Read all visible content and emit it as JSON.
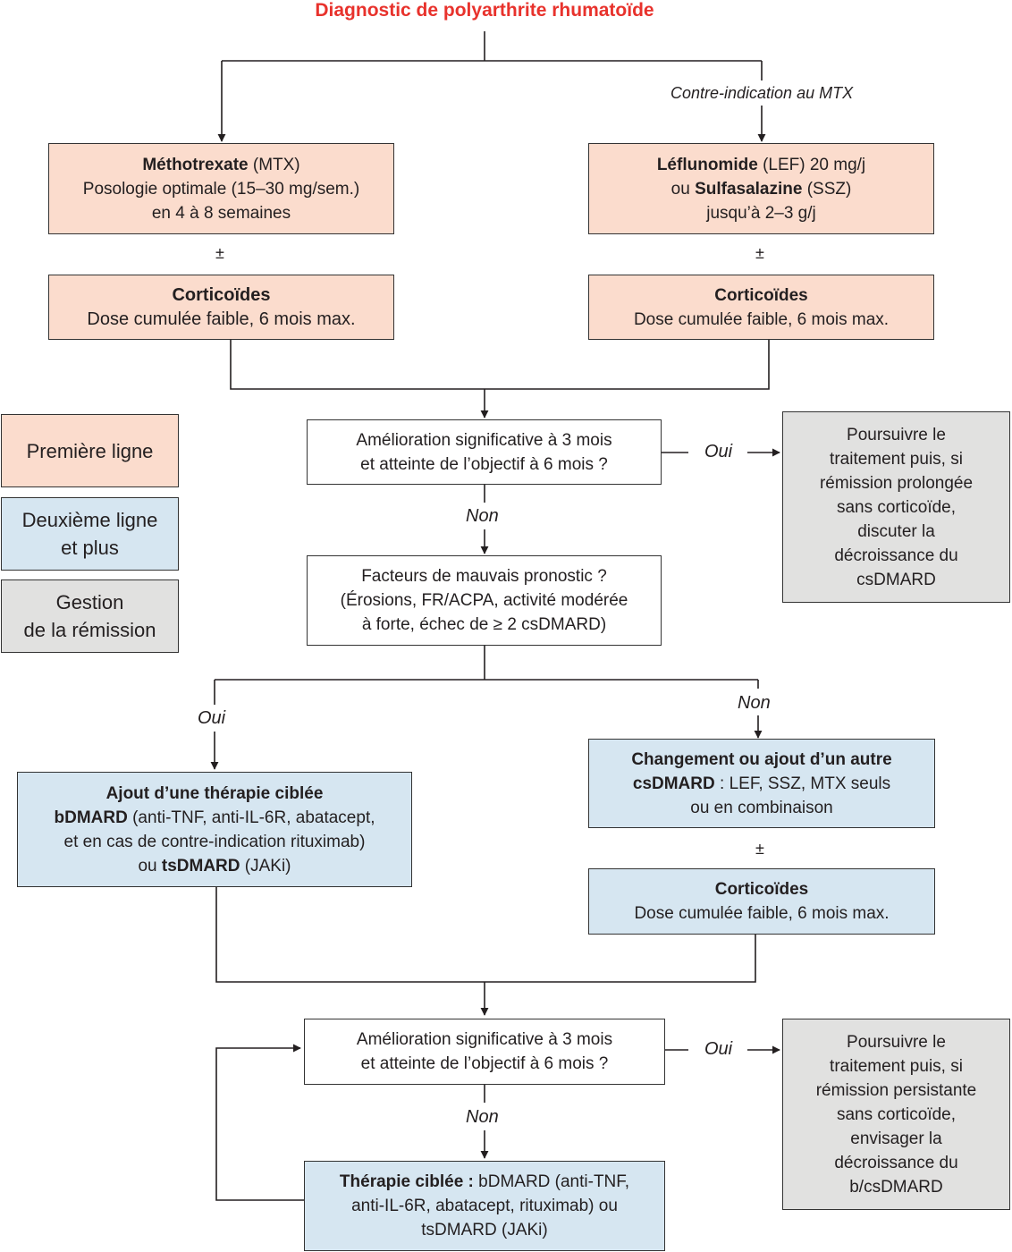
{
  "title": "Diagnostic de polyarthrite rhumatoïde",
  "colors": {
    "first_line": "#fbdccd",
    "second_line": "#d6e6f1",
    "remission": "#e1e1e0",
    "title": "#e8322c"
  },
  "labels": {
    "contre_indication": "Contre-indication au MTX",
    "oui_1": "Oui",
    "non_1": "Non",
    "oui_2": "Oui",
    "non_2": "Non",
    "oui_3": "Oui",
    "non_3": "Non",
    "plusminus": "±"
  },
  "mtx": {
    "name": "Méthotrexate",
    "abbr": "(MTX)",
    "line2": "Posologie optimale (15–30 mg/sem.)",
    "line3": "en 4 à 8 semaines"
  },
  "lef": {
    "name": "Léflunomide",
    "dose": "(LEF) 20 mg/j",
    "ou": "ou",
    "name2": "Sulfasalazine",
    "abbr2": "(SSZ)",
    "line3": "jusqu’à 2–3 g/j"
  },
  "cortico": {
    "title": "Corticoïdes",
    "text": "Dose cumulée faible, 6 mois max."
  },
  "q1": {
    "line1": "Amélioration significative à 3 mois",
    "line2": "et atteinte de l’objectif à 6 mois ?"
  },
  "continue1": [
    "Poursuivre le",
    "traitement puis, si",
    "rémission prolongée",
    "sans corticoïde,",
    "discuter la",
    "décroissance du",
    "csDMARD"
  ],
  "factors": {
    "line1": "Facteurs de mauvais pronostic ?",
    "line2": "(Érosions, FR/ACPA, activité modérée",
    "line3": "à forte, échec de ≥ 2 csDMARD)"
  },
  "targeted": {
    "title": "Ajout d’une thérapie ciblée",
    "bdmard": "bDMARD",
    "bdmard_text": "(anti-TNF, anti-IL-6R, abatacept,",
    "line3": "et en cas de contre-indication rituximab)",
    "ou": "ou",
    "tsdmard": "tsDMARD",
    "tsdmard_text": "(JAKi)"
  },
  "change": {
    "title": "Changement ou ajout d’un autre",
    "csdmard": "csDMARD",
    "text": ": LEF, SSZ, MTX seuls",
    "line3": "ou en combinaison"
  },
  "q2": {
    "line1": "Amélioration significative à 3 mois",
    "line2": "et atteinte de l’objectif à 6 mois ?"
  },
  "continue2": [
    "Poursuivre le",
    "traitement puis, si",
    "rémission persistante",
    "sans corticoïde,",
    "envisager la",
    "décroissance du",
    "b/csDMARD"
  ],
  "final": {
    "title": "Thérapie ciblée :",
    "text1": "bDMARD (anti-TNF,",
    "line2": "anti-IL-6R, abatacept, rituximab) ou",
    "line3": "tsDMARD (JAKi)"
  },
  "legend": {
    "first": "Première ligne",
    "second1": "Deuxième ligne",
    "second2": "et plus",
    "remission1": "Gestion",
    "remission2": "de la rémission"
  }
}
